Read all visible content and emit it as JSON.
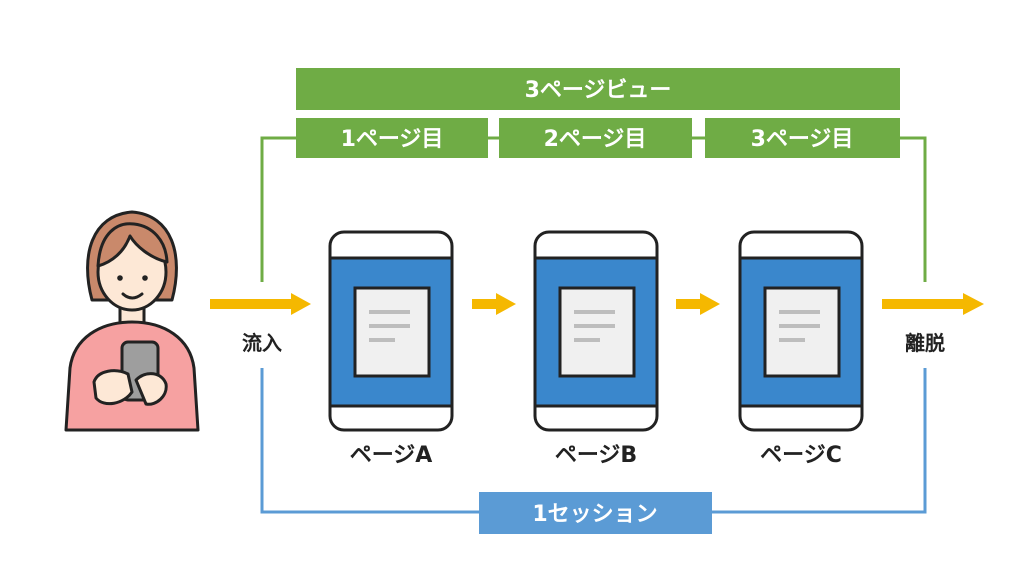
{
  "diagram": {
    "pageview_total_label": "3ページビュー",
    "page_counts": [
      "1ページ目",
      "2ページ目",
      "3ページ目"
    ],
    "inflow_label": "流入",
    "exit_label": "離脱",
    "pages": [
      "ページA",
      "ページB",
      "ページC"
    ],
    "session_label": "1セッション"
  },
  "colors": {
    "green": "#6fac45",
    "blue": "#5b9bd5",
    "arrow": "#f5b800",
    "screen": "#3a87cc",
    "phone_outline": "#222222",
    "doc_line": "#bdbdbd",
    "shirt": "#f6a1a1",
    "hair": "#c9896b",
    "skin": "#fde8d6"
  }
}
